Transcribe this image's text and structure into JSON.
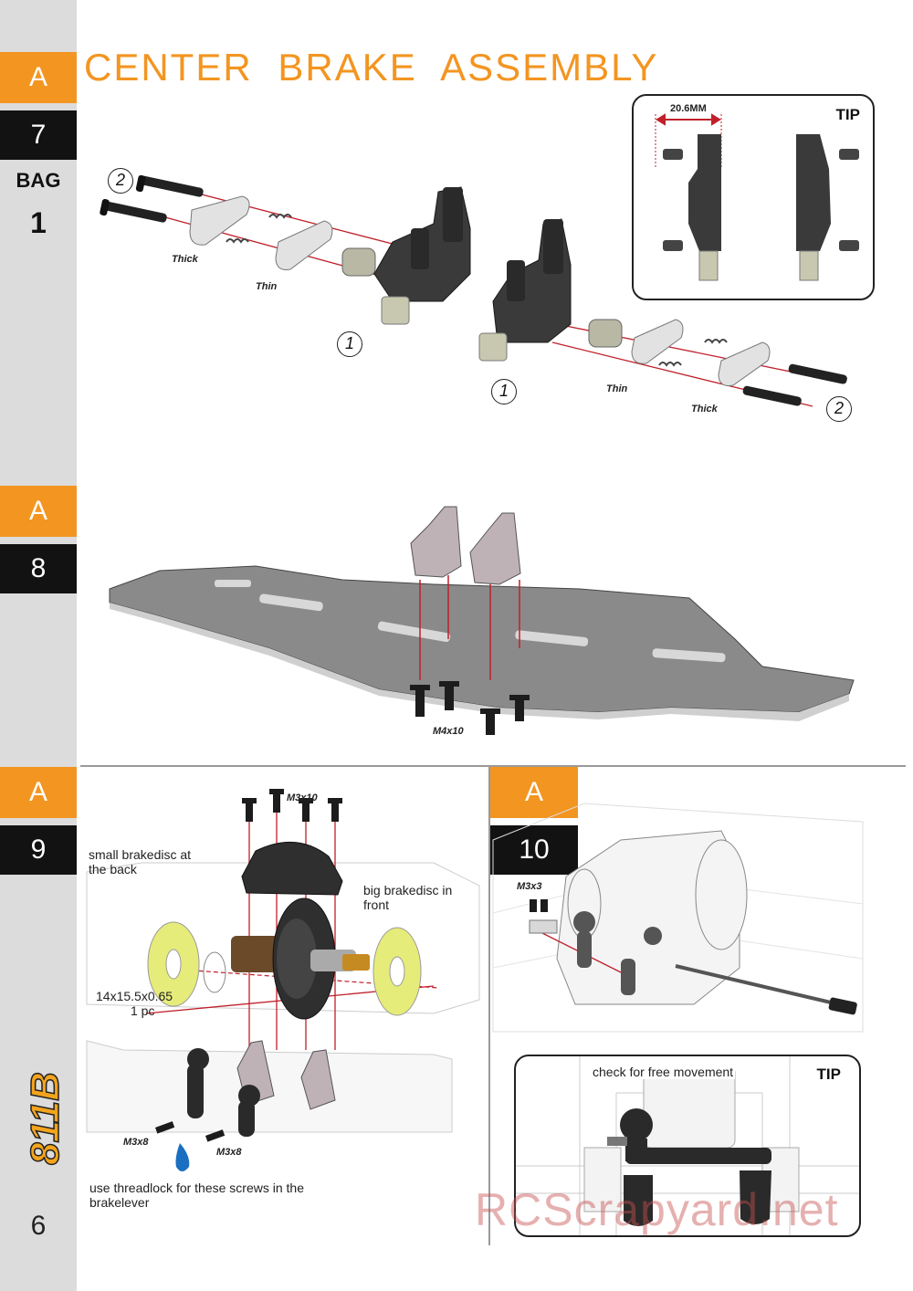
{
  "page": {
    "title": "CENTER BRAKE ASSEMBLY",
    "page_number": "6",
    "bag_label": "BAG",
    "bag_number": "1",
    "watermark": "RCScrapyard.net",
    "logo_text": "811B"
  },
  "steps": [
    {
      "section": "A",
      "number": "7"
    },
    {
      "section": "A",
      "number": "8"
    },
    {
      "section": "A",
      "number": "9"
    },
    {
      "section": "A",
      "number": "10"
    }
  ],
  "step7": {
    "tip_label": "TIP",
    "measure": "20.6MM",
    "thick_left": "Thick",
    "thin_left": "Thin",
    "thin_right": "Thin",
    "thick_right": "Thick",
    "callout_1": "1",
    "callout_2": "2"
  },
  "step8": {
    "screw_label": "M4x10"
  },
  "step9": {
    "screw_top": "M3x10",
    "small_disc_note": "small brakedisc at the back",
    "big_disc_note": "big brakedisc in front",
    "shim_size": "14x15.5x0.65",
    "shim_qty": "1 pc",
    "screw_left": "M3x8",
    "screw_right": "M3x8",
    "threadlock_note": "use threadlock for these screws in the brakelever"
  },
  "step10": {
    "screw_label": "M3x3",
    "tip_label": "TIP",
    "tip_note": "check for free movement"
  },
  "colors": {
    "accent": "#f39521",
    "step_number_bg": "#121212",
    "sidebar": "#dcdcdc",
    "guide_line": "#c0202a",
    "brake_disc": "#e6ec7a"
  }
}
